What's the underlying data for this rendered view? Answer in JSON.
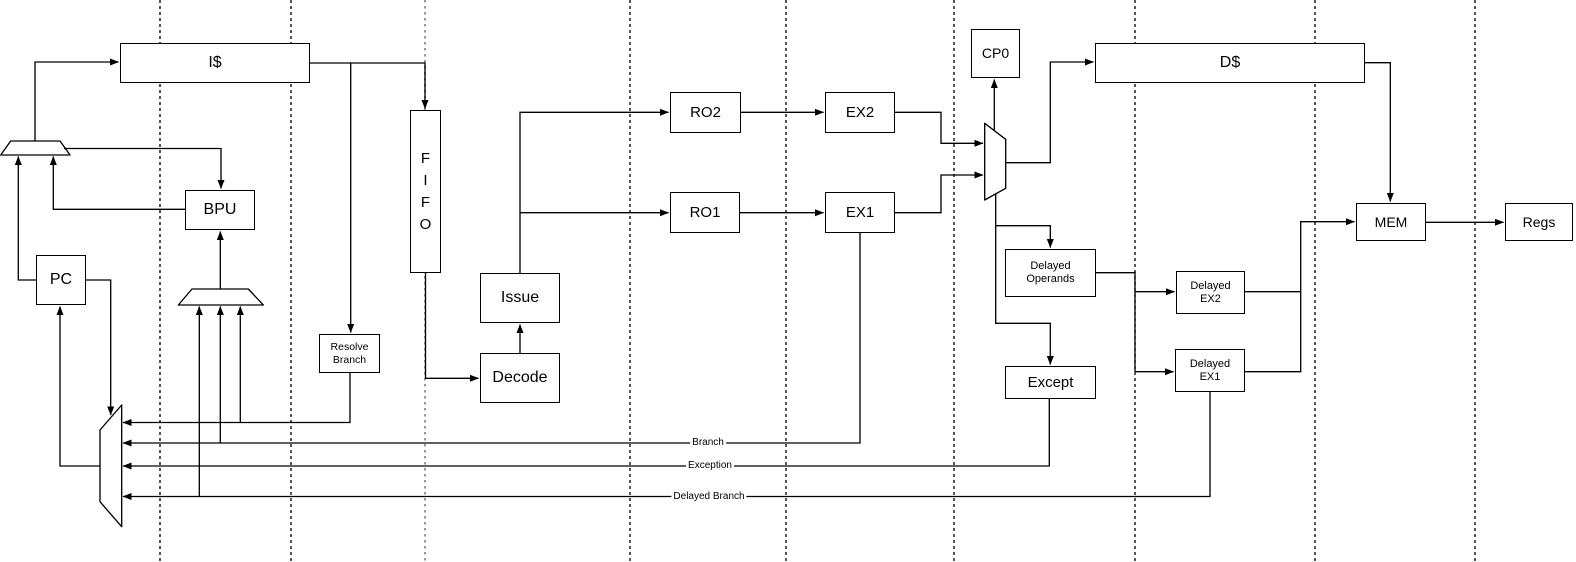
{
  "diagram": {
    "nodes": {
      "i_cache": {
        "label": "I$"
      },
      "bpu": {
        "label": "BPU"
      },
      "pc": {
        "label": "PC"
      },
      "resolve_branch": {
        "label": "Resolve\nBranch"
      },
      "fifo": {
        "label": "F\nI\nF\nO"
      },
      "issue": {
        "label": "Issue"
      },
      "decode": {
        "label": "Decode"
      },
      "ro2": {
        "label": "RO2"
      },
      "ro1": {
        "label": "RO1"
      },
      "ex2": {
        "label": "EX2"
      },
      "ex1": {
        "label": "EX1"
      },
      "cp0": {
        "label": "CP0"
      },
      "d_cache": {
        "label": "D$"
      },
      "delayed_operands": {
        "label": "Delayed\nOperands"
      },
      "except": {
        "label": "Except"
      },
      "delayed_ex2": {
        "label": "Delayed\nEX2"
      },
      "delayed_ex1": {
        "label": "Delayed\nEX1"
      },
      "mem": {
        "label": "MEM"
      },
      "regs": {
        "label": "Regs"
      }
    },
    "edge_labels": {
      "branch": "Branch",
      "exception": "Exception",
      "delayed_branch": "Delayed Branch"
    },
    "colors": {
      "line": "#000000",
      "stage_divider": "#000000",
      "stage_divider_secondary": "#999999",
      "node_fill": "#ffffff",
      "node_border": "#000000",
      "text": "#000000"
    }
  }
}
